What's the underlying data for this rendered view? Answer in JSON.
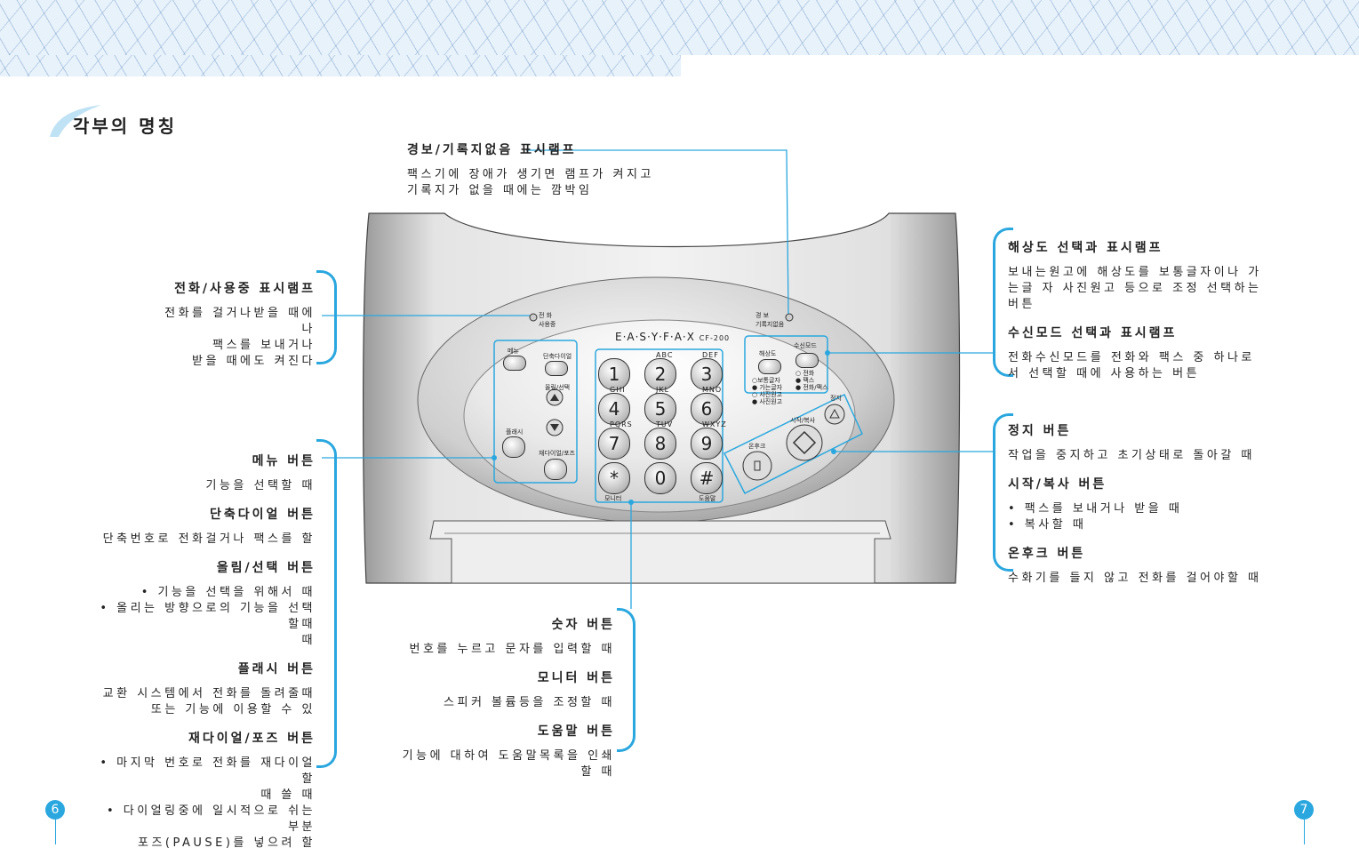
{
  "page_title": "각부의 명칭",
  "device": {
    "brand": "E·A·S·Y·F·A·X",
    "model": "CF-200"
  },
  "top_callout": {
    "heading": "경보/기록지없음 표시램프",
    "text": "팩스기에 장애가 생기면 램프가 켜지고 기록지가 없을 때에는 깜박임"
  },
  "left_top_callout": {
    "heading": "전화/사용중 표시램프",
    "lines": [
      "전화를 걸거나받을 때에나",
      "팩스를 보내거나",
      "받을 때에도 켜진다"
    ]
  },
  "left_callout": {
    "items": [
      {
        "heading": "메뉴 버튼",
        "lines": [
          "기능을 선택할 때"
        ]
      },
      {
        "heading": "단축다이얼 버튼",
        "lines": [
          "단축번호로 전화걸거나 팩스를 할"
        ]
      },
      {
        "heading": "올림/선택 버튼",
        "lines": [
          "• 기능을 선택을 위해서 때",
          "• 올리는 방향으로의 기능을 선택할때",
          "때"
        ]
      },
      {
        "heading": "플래시 버튼",
        "lines": [
          "교환 시스템에서 전화를 돌려줄때",
          "또는 기능에 이용할 수 있"
        ]
      },
      {
        "heading": "재다이얼/포즈 버튼",
        "lines": [
          "• 마지막 번호로 전화를 재다이얼할",
          "때 쓸 때",
          "• 다이얼링중에 일시적으로 쉬는 부분",
          "포즈(PAUSE)를 넣으려 할"
        ]
      }
    ]
  },
  "right_top_callout": {
    "items": [
      {
        "heading": "해상도 선택과 표시램프",
        "text": "보내는원고에 해상도를 보통글자이나 가는글 자 사진원고 등으로 조정 선택하는 버튼"
      },
      {
        "heading": "수신모드 선택과 표시램프",
        "text": "전화수신모드를 전화와 팩스 중 하나로서 선택할 때에 사용하는 버튼"
      }
    ]
  },
  "right_callout": {
    "items": [
      {
        "heading": "정지 버튼",
        "lines": [
          "작업을 중지하고 초기상태로 돌아갈 때"
        ]
      },
      {
        "heading": "시작/복사 버튼",
        "lines": [
          "• 팩스를 보내거나 받을 때",
          "• 복사할 때"
        ]
      },
      {
        "heading": "온후크 버튼",
        "lines": [
          "수화기를 들지 않고 전화를 걸어야할 때"
        ]
      }
    ]
  },
  "bottom_callout": {
    "items": [
      {
        "heading": "숫자 버튼",
        "lines": [
          "번호를 누르고 문자를 입력할 때"
        ]
      },
      {
        "heading": "모니터 버튼",
        "lines": [
          "스피커 볼륨등을 조정할 때"
        ]
      },
      {
        "heading": "도움말 버튼",
        "lines": [
          "기능에 대하여 도움말목록을 인쇄할 때"
        ]
      }
    ]
  },
  "panel": {
    "led_phone": "전 화\n사용중",
    "led_alarm": "경 보\n기록지없음",
    "menu": "메뉴",
    "speed": "단축다이얼",
    "up_select": "올림/선택",
    "flash": "플래시",
    "redial": "재다이얼/포즈",
    "resolution": "해상도",
    "rx_mode": "수신모드",
    "res_opts": [
      "○보통글자",
      "● 가는글자",
      "○ 사진원고",
      "● 사진원고"
    ],
    "mode_opts": [
      "○ 전화",
      "● 팩스",
      "● 전화/팩스"
    ],
    "stop": "정지",
    "start": "시작/복사",
    "onhook": "온후크",
    "monitor": "모니터",
    "help": "도움말",
    "keys": [
      {
        "num": "1",
        "sub": ""
      },
      {
        "num": "2",
        "sub": "ABC"
      },
      {
        "num": "3",
        "sub": "DEF"
      },
      {
        "num": "4",
        "sub": "GHI"
      },
      {
        "num": "5",
        "sub": "JKL"
      },
      {
        "num": "6",
        "sub": "MNO"
      },
      {
        "num": "7",
        "sub": "PQRS"
      },
      {
        "num": "8",
        "sub": "TUV"
      },
      {
        "num": "9",
        "sub": "WXYZ"
      },
      {
        "num": "*",
        "sub": ""
      },
      {
        "num": "0",
        "sub": ""
      },
      {
        "num": "#",
        "sub": ""
      }
    ]
  },
  "page_numbers": {
    "left": "6",
    "right": "7"
  },
  "colors": {
    "accent": "#2aa7de",
    "body_grey": "#d8d8d8"
  }
}
